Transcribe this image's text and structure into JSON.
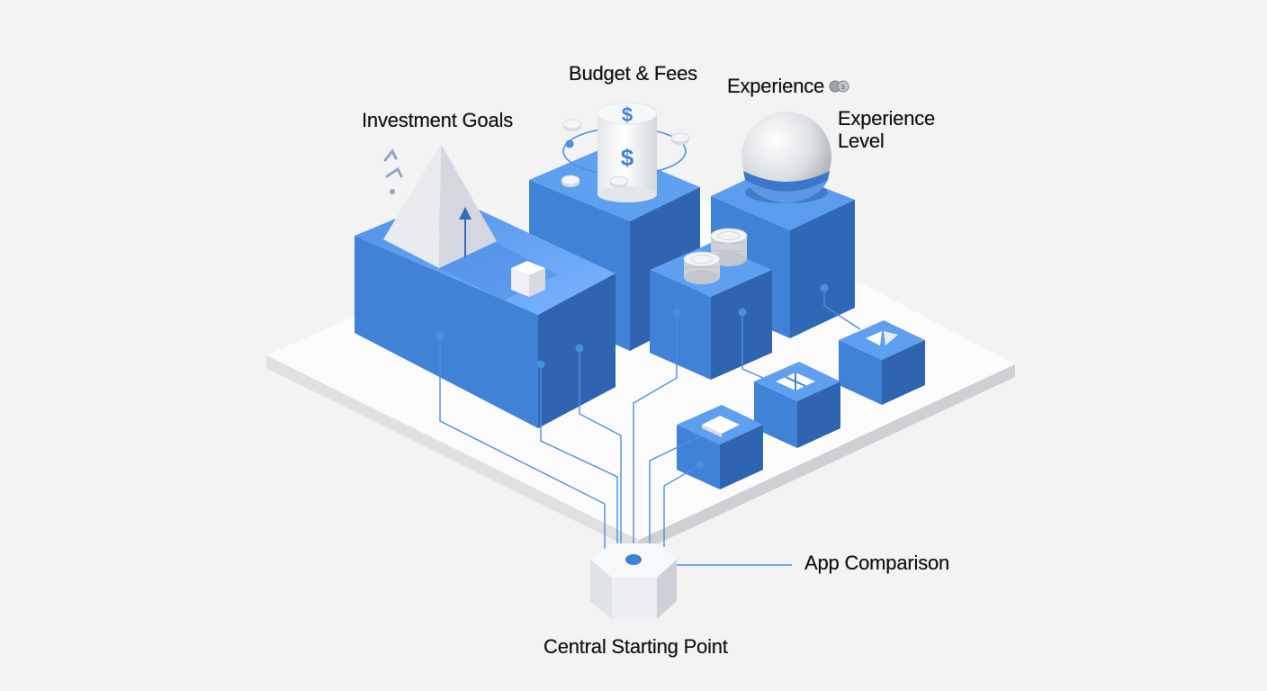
{
  "labels": {
    "investment_goals": "Investment Goals",
    "budget_fees": "Budget & Fees",
    "experience": "Experience",
    "experience_level": "Experience Level",
    "app_comparison": "App Comparison",
    "central_starting_point": "Central Starting Point"
  },
  "glyphs": {
    "dollar": "$"
  },
  "colors": {
    "block_top": "#5f9ff0",
    "block_front": "#3f82d6",
    "block_side": "#2e64b0",
    "connector": "#4a90e2",
    "platform": "#fafafa",
    "background": "#f3f3f4"
  }
}
